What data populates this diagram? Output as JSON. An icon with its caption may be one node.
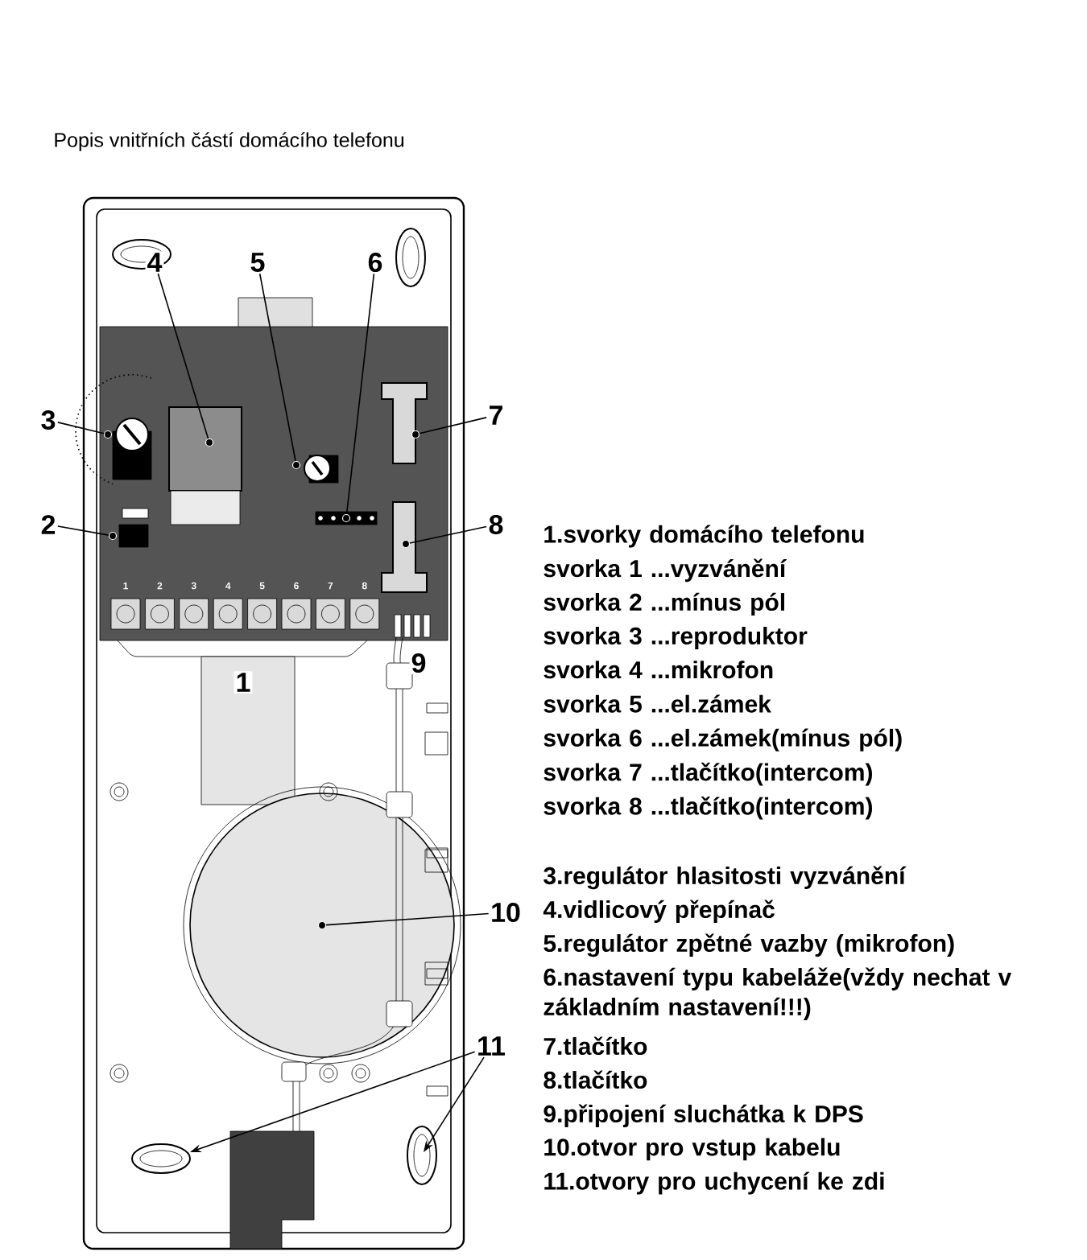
{
  "diagram": {
    "title": "Popis vnitřních částí domácího telefonu",
    "nodes": [
      {
        "text": [
          "4"
        ]
      },
      {
        "text": [
          "5"
        ]
      },
      {
        "text": [
          "6"
        ]
      },
      {
        "text": [
          "3"
        ]
      },
      {
        "text": [
          "7"
        ]
      },
      {
        "text": [
          "2"
        ]
      },
      {
        "text": [
          "8"
        ]
      },
      {
        "text": [
          "10"
        ]
      },
      {
        "text": [
          "11"
        ]
      },
      {
        "text": [
          "1"
        ]
      },
      {
        "text": [
          "9"
        ]
      },
      {
        "text": [],
        "shape": "circle"
      },
      {
        "text": [],
        "shape": "circle"
      },
      {
        "text": [],
        "shape": "circle"
      },
      {
        "text": [],
        "shape": "circle"
      },
      {
        "text": [],
        "shape": "circle"
      },
      {
        "text": [],
        "shape": "circle"
      },
      {
        "text": [],
        "shape": "circle"
      },
      {
        "text": [],
        "shape": "circle"
      }
    ],
    "edges": [
      {
        "from": 0,
        "to": 11,
        "arrow": "none"
      },
      {
        "from": 1,
        "to": 12,
        "arrow": "none"
      },
      {
        "from": 2,
        "to": 13,
        "arrow": "none"
      },
      {
        "from": 3,
        "to": 14,
        "arrow": "none"
      },
      {
        "from": 4,
        "to": 15,
        "arrow": "none"
      },
      {
        "from": 5,
        "to": 16,
        "arrow": "none"
      },
      {
        "from": 6,
        "to": 17,
        "arrow": "none"
      },
      {
        "from": 7,
        "to": 18,
        "arrow": "none"
      },
      {
        "from": 8,
        "to": null,
        "arrow": "to"
      },
      {
        "from": 8,
        "to": null,
        "arrow": "to"
      }
    ],
    "labels": [
      "1",
      "2",
      "3",
      "4",
      "5",
      "6",
      "7",
      "8",
      "1.svorky domácího telefonu",
      "svorka 1 ...vyzvánění",
      "svorka 2 ...mínus pól",
      "svorka 3 ...reproduktor",
      "svorka 4 ...mikrofon",
      "svorka 5 ...el.zámek",
      "svorka 6 ...el.zámek(mínus pól)",
      "svorka 7 ...tlačítko(intercom)",
      "svorka 8 ...tlačítko(intercom)",
      "3.regulátor hlasitosti vyzvánění",
      "4.vidlicový přepínač",
      "5.regulátor zpětné vazby (mikrofon)",
      "6.nastavení typu kabeláže(vždy nechat v základním nastavení!!!)",
      "7.tlačítko",
      "8.tlačítko",
      "9.připojení sluchátka k DPS",
      "10.otvor pro vstup kabelu",
      "11.otvory pro uchycení ke zdi"
    ]
  }
}
